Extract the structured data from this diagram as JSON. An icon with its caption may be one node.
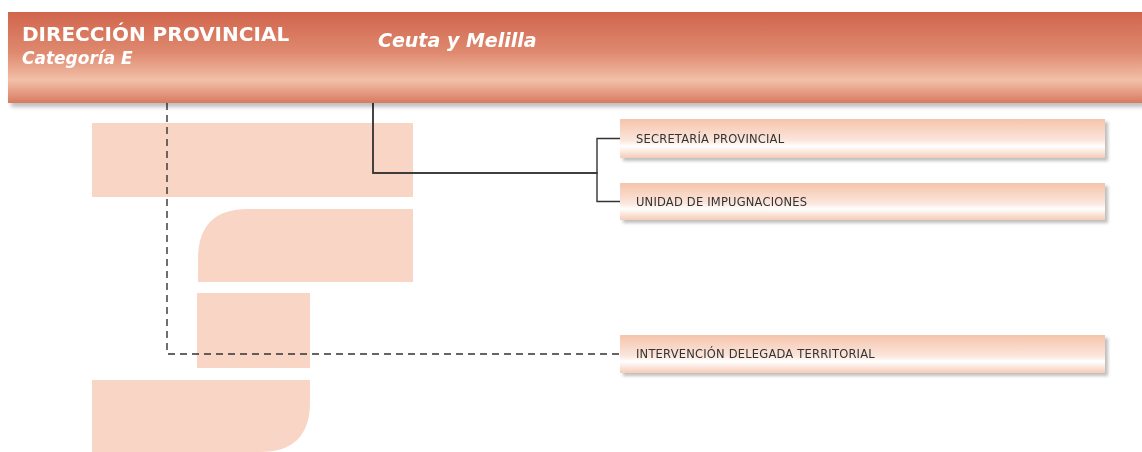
{
  "diagram": {
    "nodes": [
      {
        "text": [
          "DIRECCIÓN PROVINCIAL",
          "Categoría E",
          "Ceuta y Melilla"
        ]
      },
      {
        "text": [
          "SECRETARÍA PROVINCIAL"
        ]
      },
      {
        "text": [
          "UNIDAD DE IMPUGNACIONES"
        ]
      },
      {
        "text": [
          "INTERVENCIÓN DELEGADA TERRITORIAL"
        ]
      }
    ],
    "edges": [
      {
        "from": 0,
        "to": 1,
        "arrow": "none"
      },
      {
        "from": 0,
        "to": 2,
        "arrow": "none"
      },
      {
        "from": 0,
        "to": 3,
        "arrow": "none",
        "style": "dashed"
      }
    ]
  }
}
